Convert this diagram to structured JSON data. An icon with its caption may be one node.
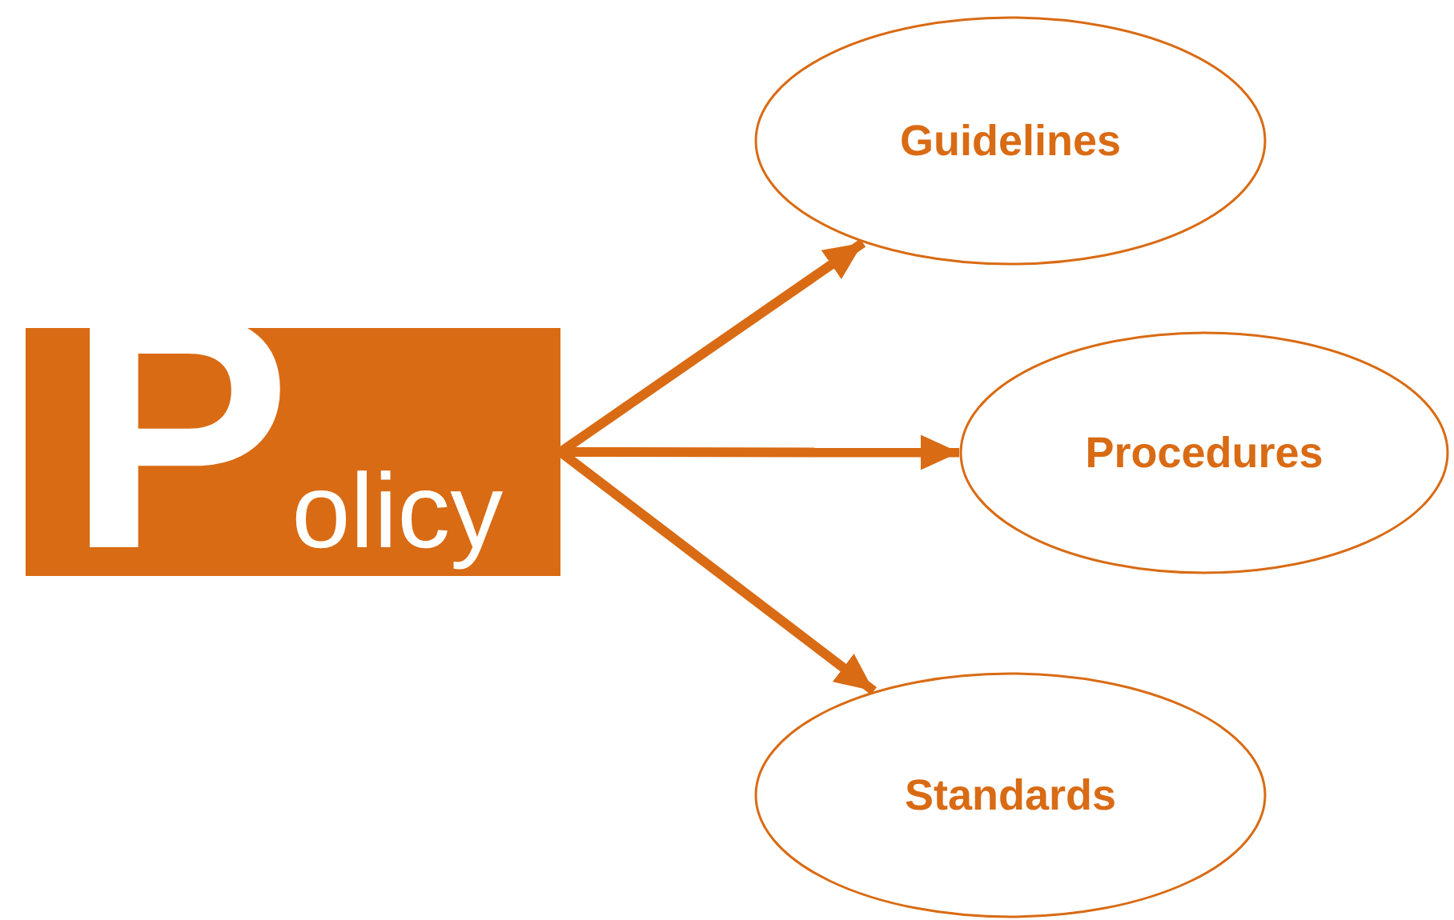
{
  "diagram": {
    "nodes": [
      {
        "text": [
          "Policy"
        ]
      },
      {
        "text": [
          "Guidelines"
        ]
      },
      {
        "text": [
          "Procedures"
        ]
      },
      {
        "text": [
          "Standards"
        ]
      }
    ],
    "edges": [
      {
        "from": 0,
        "to": 1,
        "arrow": "to"
      },
      {
        "from": 0,
        "to": 2,
        "arrow": "to"
      },
      {
        "from": 0,
        "to": 3,
        "arrow": "to"
      }
    ]
  }
}
